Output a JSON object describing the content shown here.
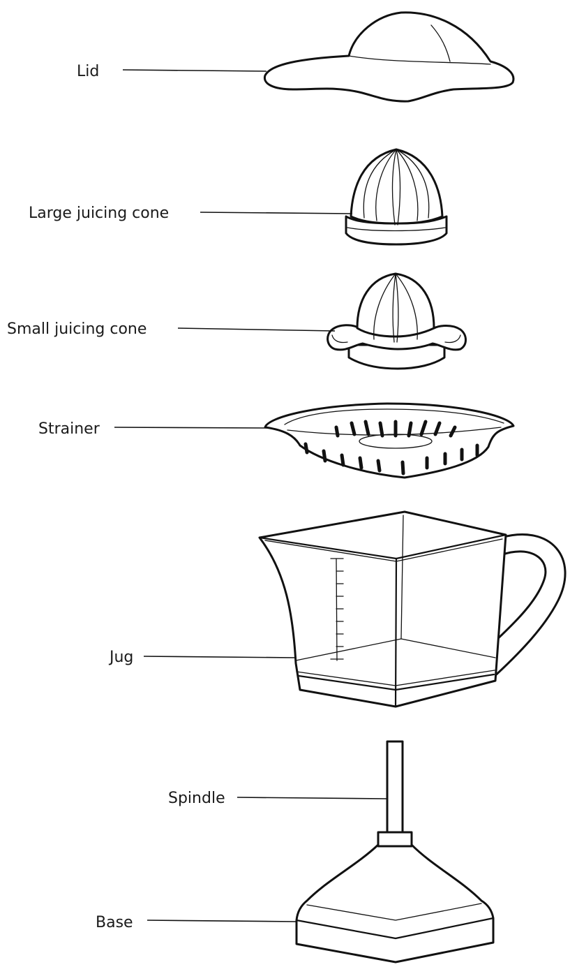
{
  "labels": {
    "lid": "Lid",
    "large_cone": "Large juicing cone",
    "small_cone": "Small juicing cone",
    "strainer": "Strainer",
    "jug": "Jug",
    "spindle": "Spindle",
    "base": "Base"
  },
  "colors": {
    "line": "#111111",
    "background": "#ffffff"
  }
}
